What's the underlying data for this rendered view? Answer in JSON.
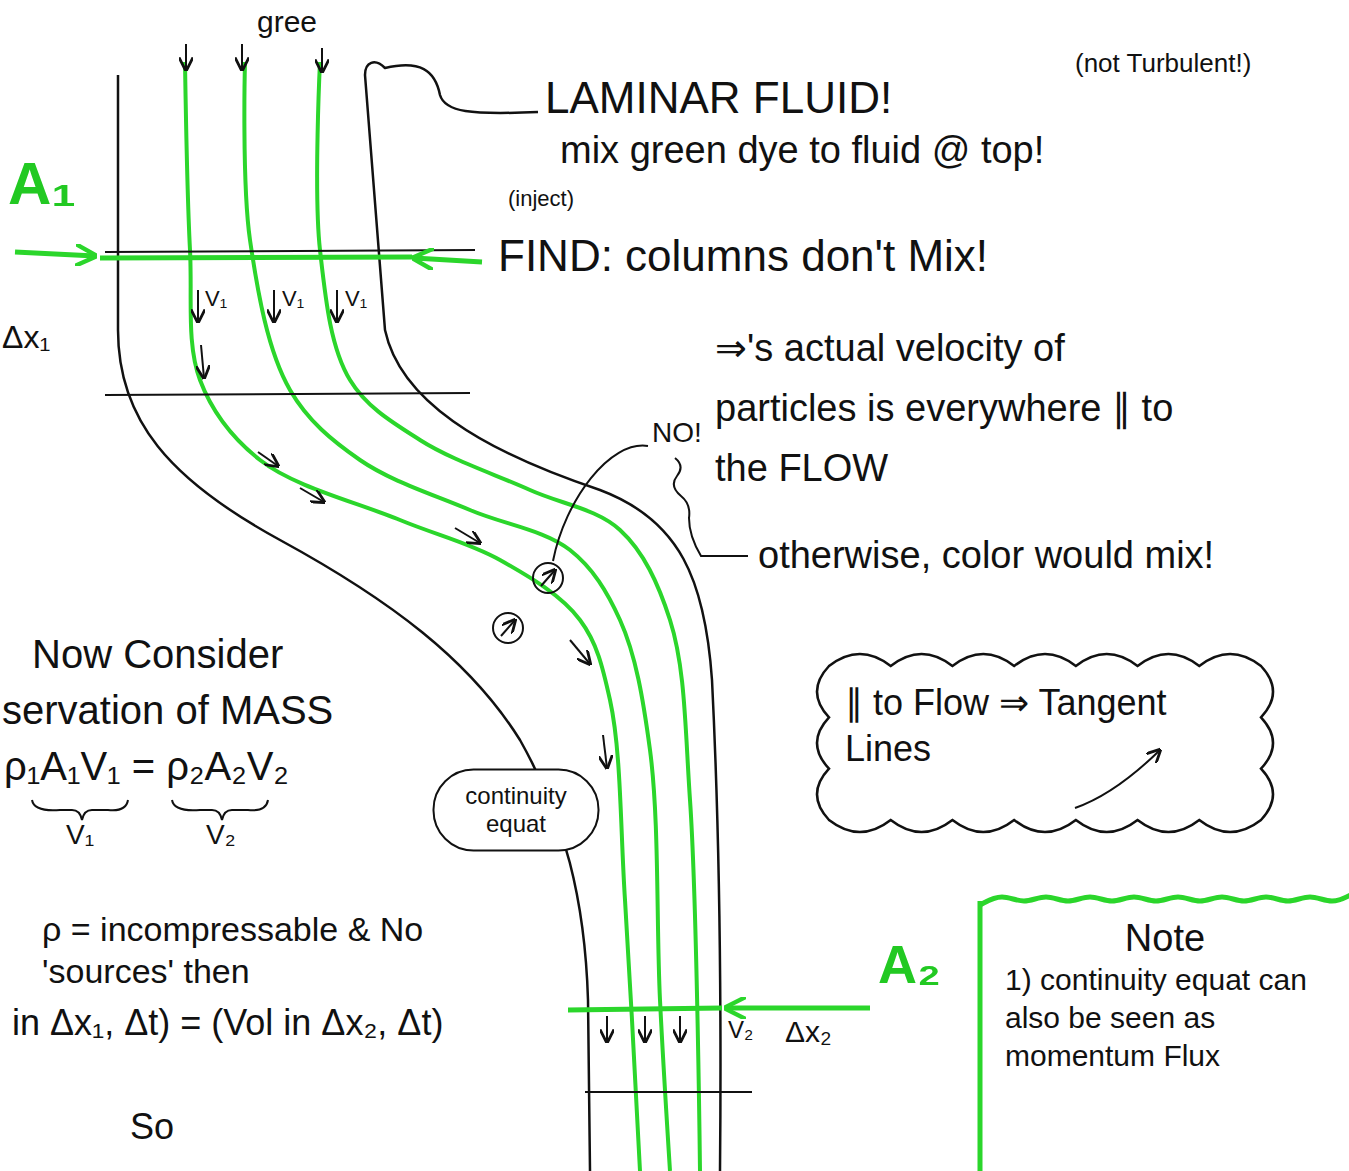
{
  "diagram": {
    "nodes": [
      {
        "text": [
          "∥ to Flow ⇒ Tangent Lines"
        ]
      },
      {
        "text": [
          "continuity equat"
        ]
      },
      {
        "text": [
          "Note",
          "1) continuity equat can also be seen as momentum Flux"
        ]
      }
    ],
    "labels": [
      "gree",
      "LAMINAR FLUID!",
      "(not Turbulent!)",
      "mix green dye to fluid @ top!",
      "(inject)",
      "A₁",
      "Δx₁",
      "V₁",
      "V₁",
      "V₁",
      "FIND: columns don't Mix!",
      "⇒'s actual velocity of particles is everywhere ∥ to the FLOW",
      "NO!",
      "otherwise, color would mix!",
      "Now Consider",
      "servation of MASS",
      "ρ₁A₁V₁ = ρ₂A₂V₂",
      "V₁",
      "V₂",
      "ρ = incompressable & No 'sources' then",
      "in Δx₁, Δt) = (Vol in Δx₂, Δt)",
      "So",
      "A₂",
      "V₂",
      "Δx₂"
    ]
  }
}
